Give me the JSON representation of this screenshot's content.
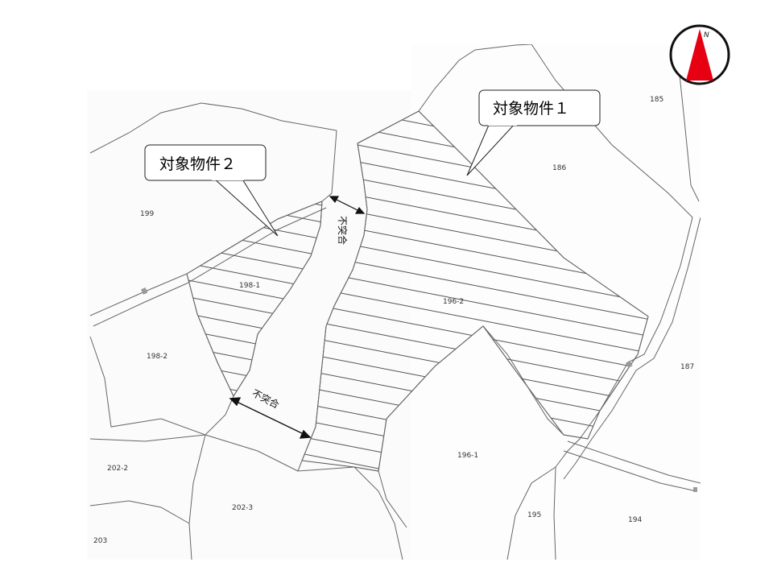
{
  "callouts": {
    "property_1": "対象物件１",
    "property_2": "対象物件２"
  },
  "annotations": {
    "not_matching_vertical": "不突合",
    "not_matching_horizontal": "不突合"
  },
  "parcels": {
    "p185": "185",
    "p186": "186",
    "p187": "187",
    "p194": "194",
    "p195": "195",
    "p196_1": "196-1",
    "p196_2": "196-2",
    "p198_1": "198-1",
    "p198_2": "198-2",
    "p199": "199",
    "p202_2": "202-2",
    "p202_3": "202-3",
    "p203": "203"
  },
  "compass": {
    "label": "N",
    "icon": "north-arrow-icon",
    "accent": "#e60012"
  },
  "colors": {
    "hatch": "#555555",
    "boundary": "#666666",
    "callout_border": "#222222"
  }
}
